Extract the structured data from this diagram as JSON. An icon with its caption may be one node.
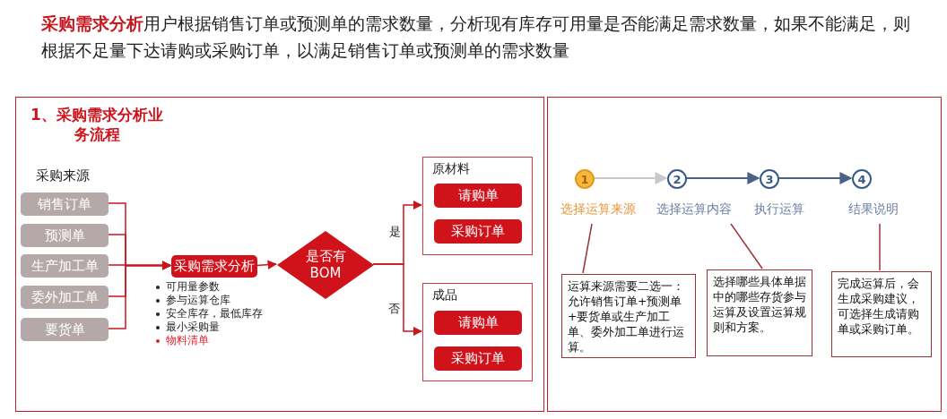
{
  "diagram": {
    "title": "**采购需求分析**用户根据销售订单或预测单的需求数量，分析现有库存可用量是否能满足需求数量，如果不能满足，则根据不足量下达请购或采购订单，以满足销售订单或预测单的需求数量",
    "nodes": [
      {
        "text": [
          "1、采购需求分析业务流程"
        ]
      },
      {
        "text": [
          "销售订单"
        ],
        "in": 0
      },
      {
        "text": [
          "预测单"
        ],
        "in": 0
      },
      {
        "text": [
          "生产加工单"
        ],
        "in": 0
      },
      {
        "text": [
          "委外加工单"
        ],
        "in": 0
      },
      {
        "text": [
          "要货单"
        ],
        "in": 0
      },
      {
        "text": [
          "采购需求分析"
        ],
        "in": 0,
        "beside": [
          "可用量参数",
          "参与运算仓库",
          "安全库存，最低库存",
          "最小采购量",
          "物料清单"
        ]
      },
      {
        "text": [
          "是否有 BOM"
        ],
        "in": 0
      },
      {
        "text": [
          "原材料"
        ],
        "in": 0
      },
      {
        "text": [
          "请购单"
        ],
        "in": 8
      },
      {
        "text": [
          "采购订单"
        ],
        "in": 8
      },
      {
        "text": [
          "成品"
        ],
        "in": 0
      },
      {
        "text": [
          "请购单"
        ],
        "in": 11
      },
      {
        "text": [
          "采购订单"
        ],
        "in": 11
      },
      {
        "text": [],
        "shape": "box"
      },
      {
        "text": [
          "1"
        ],
        "in": 14,
        "beside": [
          "选择运算来源"
        ]
      },
      {
        "text": [
          "2"
        ],
        "in": 14,
        "beside": [
          "选择运算内容"
        ]
      },
      {
        "text": [
          "3"
        ],
        "in": 14,
        "beside": [
          "执行运算"
        ]
      },
      {
        "text": [
          "4"
        ],
        "in": 14,
        "beside": [
          "结果说明"
        ]
      },
      {
        "text": [
          "运算来源需要二选一：允许销售订单+预测单+要货单或生产加工单、委外加工单进行运算。"
        ],
        "in": 14
      },
      {
        "text": [
          "选择哪些具体单据中的哪些存货参与运算及设置运算规则和方案。"
        ],
        "in": 14
      },
      {
        "text": [
          "完成运算后，会生成采购建议，可选择生成请购单或采购订单。"
        ],
        "in": 14
      }
    ],
    "edges": [
      {
        "from": 1,
        "to": 6,
        "arrow": "to"
      },
      {
        "from": 2,
        "to": 6,
        "arrow": "to"
      },
      {
        "from": 3,
        "to": 6,
        "arrow": "to"
      },
      {
        "from": 4,
        "to": 6,
        "arrow": "to"
      },
      {
        "from": 5,
        "to": 6,
        "arrow": "to"
      },
      {
        "from": 6,
        "to": 7,
        "arrow": "to"
      },
      {
        "from": 7,
        "to": 8,
        "arrow": "to",
        "label": "是"
      },
      {
        "from": 7,
        "to": 11,
        "arrow": "to",
        "label": "否"
      },
      {
        "from": 15,
        "to": 16,
        "arrow": "to",
        "color": "#c8c8c8"
      },
      {
        "from": 16,
        "to": 17,
        "arrow": "to",
        "color": "#4a6283"
      },
      {
        "from": 17,
        "to": 18,
        "arrow": "to",
        "color": "#4a6283"
      },
      {
        "from": 19,
        "to": 15,
        "arrow": "none",
        "color": "#a0303a"
      },
      {
        "from": 20,
        "to": 16,
        "arrow": "none",
        "color": "#a0303a"
      },
      {
        "from": 21,
        "to": 18,
        "arrow": "none",
        "color": "#a0303a"
      }
    ],
    "labels": [
      "采购来源"
    ]
  }
}
